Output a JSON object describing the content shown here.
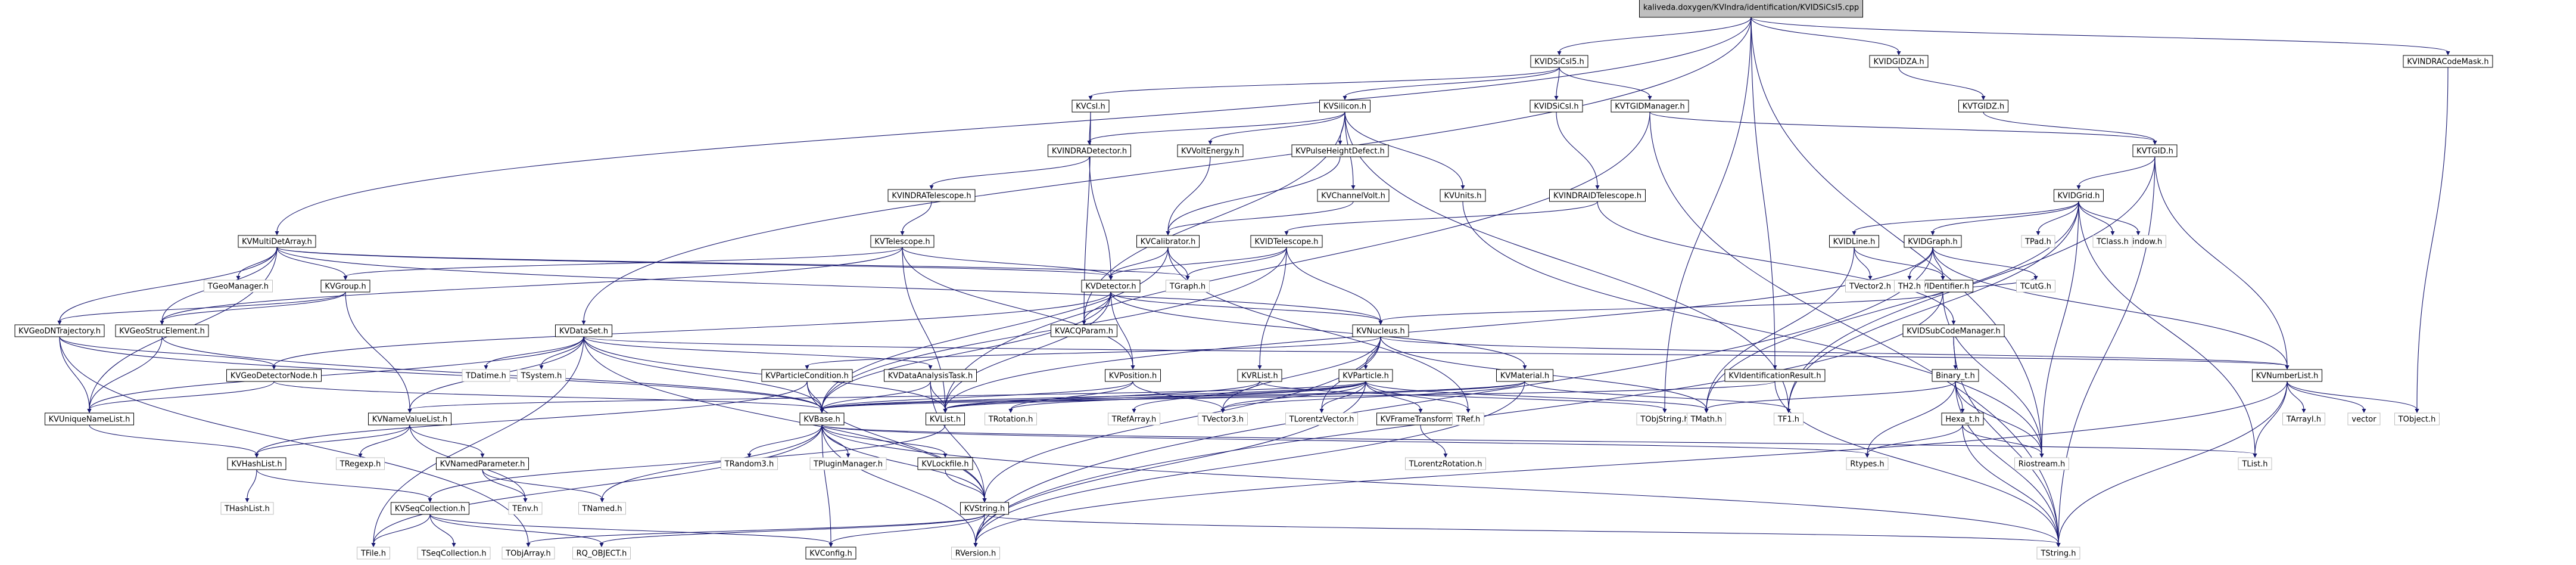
{
  "root": {
    "label": "kaliveda.doxygen/KVIndra/identification/KVIDSiCsI5.cpp"
  },
  "colors": {
    "edge": "#191970",
    "root_fill": "#bfbfbf",
    "node_border": "#000000",
    "leaf_border": "#bfbfbf"
  },
  "nodes": [
    {
      "id": "root",
      "label": "kaliveda.doxygen/KVIndra/identification/KVIDSiCsI5.cpp"
    },
    {
      "id": "KVIDSiCsI5.h",
      "label": "KVIDSiCsI5.h"
    },
    {
      "id": "KVIDGIDZA.h",
      "label": "KVIDGIDZA.h"
    },
    {
      "id": "KVINDRACodeMask.h",
      "label": "KVINDRACodeMask.h"
    },
    {
      "id": "KVTGIDZ.h",
      "label": "KVTGIDZ.h"
    },
    {
      "id": "KVCsI.h",
      "label": "KVCsI.h"
    },
    {
      "id": "KVSilicon.h",
      "label": "KVSilicon.h"
    },
    {
      "id": "KVIDSiCsI.h",
      "label": "KVIDSiCsI.h"
    },
    {
      "id": "KVTGIDManager.h",
      "label": "KVTGIDManager.h"
    },
    {
      "id": "KVTGID.h",
      "label": "KVTGID.h"
    },
    {
      "id": "KVINDRADetector.h",
      "label": "KVINDRADetector.h"
    },
    {
      "id": "KVVoltEnergy.h",
      "label": "KVVoltEnergy.h"
    },
    {
      "id": "KVPulseHeightDefect.h",
      "label": "KVPulseHeightDefect.h"
    },
    {
      "id": "KVINDRATelescope.h",
      "label": "KVINDRATelescope.h"
    },
    {
      "id": "KVChannelVolt.h",
      "label": "KVChannelVolt.h"
    },
    {
      "id": "KVUnits.h",
      "label": "KVUnits.h"
    },
    {
      "id": "KVINDRAIDTelescope.h",
      "label": "KVINDRAIDTelescope.h"
    },
    {
      "id": "KVIDGrid.h",
      "label": "KVIDGrid.h"
    },
    {
      "id": "KVMultiDetArray.h",
      "label": "KVMultiDetArray.h"
    },
    {
      "id": "KVTelescope.h",
      "label": "KVTelescope.h"
    },
    {
      "id": "KVCalibrator.h",
      "label": "KVCalibrator.h"
    },
    {
      "id": "KVIDTelescope.h",
      "label": "KVIDTelescope.h"
    },
    {
      "id": "TPad.h",
      "label": "TPad.h"
    },
    {
      "id": "TGWindow.h",
      "label": "TGWindow.h"
    },
    {
      "id": "TClass.h",
      "label": "TClass.h"
    },
    {
      "id": "TGeoManager.h",
      "label": "TGeoManager.h"
    },
    {
      "id": "KVGroup.h",
      "label": "KVGroup.h"
    },
    {
      "id": "KVDetector.h",
      "label": "KVDetector.h"
    },
    {
      "id": "TGraph.h",
      "label": "TGraph.h"
    },
    {
      "id": "KVIDLine.h",
      "label": "KVIDLine.h"
    },
    {
      "id": "KVIDGraph.h",
      "label": "KVIDGraph.h"
    },
    {
      "id": "KVIDentifier.h",
      "label": "KVIDentifier.h"
    },
    {
      "id": "TVector2.h",
      "label": "TVector2.h"
    },
    {
      "id": "TH2.h",
      "label": "TH2.h"
    },
    {
      "id": "TCutG.h",
      "label": "TCutG.h"
    },
    {
      "id": "KVGeoDNTrajectory.h",
      "label": "KVGeoDNTrajectory.h"
    },
    {
      "id": "KVGeoStrucElement.h",
      "label": "KVGeoStrucElement.h"
    },
    {
      "id": "KVDataSet.h",
      "label": "KVDataSet.h"
    },
    {
      "id": "KVACQParam.h",
      "label": "KVACQParam.h"
    },
    {
      "id": "KVNucleus.h",
      "label": "KVNucleus.h"
    },
    {
      "id": "KVIDSubCodeManager.h",
      "label": "KVIDSubCodeManager.h"
    },
    {
      "id": "KVGeoDetectorNode.h",
      "label": "KVGeoDetectorNode.h"
    },
    {
      "id": "TDatime.h",
      "label": "TDatime.h"
    },
    {
      "id": "TSystem.h",
      "label": "TSystem.h"
    },
    {
      "id": "KVParticleCondition.h",
      "label": "KVParticleCondition.h"
    },
    {
      "id": "KVDataAnalysisTask.h",
      "label": "KVDataAnalysisTask.h"
    },
    {
      "id": "KVPosition.h",
      "label": "KVPosition.h"
    },
    {
      "id": "KVRList.h",
      "label": "KVRList.h"
    },
    {
      "id": "KVParticle.h",
      "label": "KVParticle.h"
    },
    {
      "id": "KVMaterial.h",
      "label": "KVMaterial.h"
    },
    {
      "id": "KVIdentificationResult.h",
      "label": "KVIdentificationResult.h"
    },
    {
      "id": "Binary_t.h",
      "label": "Binary_t.h"
    },
    {
      "id": "KVNumberList.h",
      "label": "KVNumberList.h"
    },
    {
      "id": "KVUniqueNameList.h",
      "label": "KVUniqueNameList.h"
    },
    {
      "id": "KVNameValueList.h",
      "label": "KVNameValueList.h"
    },
    {
      "id": "KVBase.h",
      "label": "KVBase.h"
    },
    {
      "id": "KVList.h",
      "label": "KVList.h"
    },
    {
      "id": "TRotation.h",
      "label": "TRotation.h"
    },
    {
      "id": "TRefArray.h",
      "label": "TRefArray.h"
    },
    {
      "id": "TVector3.h",
      "label": "TVector3.h"
    },
    {
      "id": "TLorentzVector.h",
      "label": "TLorentzVector.h"
    },
    {
      "id": "KVFrameTransform.h",
      "label": "KVFrameTransform.h"
    },
    {
      "id": "TRef.h",
      "label": "TRef.h"
    },
    {
      "id": "TObjString.h",
      "label": "TObjString.h"
    },
    {
      "id": "TMath.h",
      "label": "TMath.h"
    },
    {
      "id": "TF1.h",
      "label": "TF1.h"
    },
    {
      "id": "Hexa_t.h",
      "label": "Hexa_t.h"
    },
    {
      "id": "TArrayI.h",
      "label": "TArrayI.h"
    },
    {
      "id": "vector",
      "label": "vector"
    },
    {
      "id": "TObject.h",
      "label": "TObject.h"
    },
    {
      "id": "TRegexp.h",
      "label": "TRegexp.h"
    },
    {
      "id": "KVNamedParameter.h",
      "label": "KVNamedParameter.h"
    },
    {
      "id": "KVHashList.h",
      "label": "KVHashList.h"
    },
    {
      "id": "TRandom3.h",
      "label": "TRandom3.h"
    },
    {
      "id": "TPluginManager.h",
      "label": "TPluginManager.h"
    },
    {
      "id": "KVLockfile.h",
      "label": "KVLockfile.h"
    },
    {
      "id": "TLorentzRotation.h",
      "label": "TLorentzRotation.h"
    },
    {
      "id": "Rtypes.h",
      "label": "Rtypes.h"
    },
    {
      "id": "Riostream.h",
      "label": "Riostream.h"
    },
    {
      "id": "TList.h",
      "label": "TList.h"
    },
    {
      "id": "THashList.h",
      "label": "THashList.h"
    },
    {
      "id": "KVSeqCollection.h",
      "label": "KVSeqCollection.h"
    },
    {
      "id": "TEnv.h",
      "label": "TEnv.h"
    },
    {
      "id": "TNamed.h",
      "label": "TNamed.h"
    },
    {
      "id": "KVString.h",
      "label": "KVString.h"
    },
    {
      "id": "TFile.h",
      "label": "TFile.h"
    },
    {
      "id": "TSeqCollection.h",
      "label": "TSeqCollection.h"
    },
    {
      "id": "TObjArray.h",
      "label": "TObjArray.h"
    },
    {
      "id": "RQ_OBJECT.h",
      "label": "RQ_OBJECT.h"
    },
    {
      "id": "KVConfig.h",
      "label": "KVConfig.h"
    },
    {
      "id": "RVersion.h",
      "label": "RVersion.h"
    },
    {
      "id": "TString.h",
      "label": "TString.h"
    }
  ],
  "edges": [
    [
      "root",
      "KVIDSiCsI5.h"
    ],
    [
      "root",
      "KVIDGIDZA.h"
    ],
    [
      "root",
      "KVINDRACodeMask.h"
    ],
    [
      "root",
      "KVMultiDetArray.h"
    ],
    [
      "root",
      "KVDataSet.h"
    ],
    [
      "root",
      "KVIdentificationResult.h"
    ],
    [
      "root",
      "TObjString.h"
    ],
    [
      "root",
      "Riostream.h"
    ],
    [
      "KVIDSiCsI5.h",
      "KVCsI.h"
    ],
    [
      "KVIDSiCsI5.h",
      "KVSilicon.h"
    ],
    [
      "KVIDSiCsI5.h",
      "KVIDSiCsI.h"
    ],
    [
      "KVIDSiCsI5.h",
      "KVTGIDManager.h"
    ],
    [
      "KVIDGIDZA.h",
      "KVTGIDZ.h"
    ],
    [
      "KVTGIDZ.h",
      "KVTGID.h"
    ],
    [
      "KVINDRACodeMask.h",
      "TObject.h"
    ],
    [
      "KVCsI.h",
      "KVINDRADetector.h"
    ],
    [
      "KVCsI.h",
      "KVACQParam.h"
    ],
    [
      "KVSilicon.h",
      "KVINDRADetector.h"
    ],
    [
      "KVSilicon.h",
      "KVVoltEnergy.h"
    ],
    [
      "KVSilicon.h",
      "KVPulseHeightDefect.h"
    ],
    [
      "KVSilicon.h",
      "KVChannelVolt.h"
    ],
    [
      "KVSilicon.h",
      "KVUnits.h"
    ],
    [
      "KVSilicon.h",
      "KVACQParam.h"
    ],
    [
      "KVSilicon.h",
      "TF1.h"
    ],
    [
      "KVIDSiCsI.h",
      "KVINDRAIDTelescope.h"
    ],
    [
      "KVTGIDManager.h",
      "KVTGID.h"
    ],
    [
      "KVTGIDManager.h",
      "KVList.h"
    ],
    [
      "KVTGIDManager.h",
      "TString.h"
    ],
    [
      "KVTGID.h",
      "KVIDGrid.h"
    ],
    [
      "KVTGID.h",
      "KVNumberList.h"
    ],
    [
      "KVTGID.h",
      "TF1.h"
    ],
    [
      "KVTGID.h",
      "TString.h"
    ],
    [
      "KVINDRADetector.h",
      "KVINDRATelescope.h"
    ],
    [
      "KVINDRADetector.h",
      "KVDetector.h"
    ],
    [
      "KVVoltEnergy.h",
      "KVCalibrator.h"
    ],
    [
      "KVPulseHeightDefect.h",
      "KVCalibrator.h"
    ],
    [
      "KVChannelVolt.h",
      "KVCalibrator.h"
    ],
    [
      "KVUnits.h",
      "Riostream.h"
    ],
    [
      "KVINDRATelescope.h",
      "KVTelescope.h"
    ],
    [
      "KVINDRAIDTelescope.h",
      "KVIDTelescope.h"
    ],
    [
      "KVINDRAIDTelescope.h",
      "KVIDSubCodeManager.h"
    ],
    [
      "KVIDGrid.h",
      "KVIDLine.h"
    ],
    [
      "KVIDGrid.h",
      "KVIDGraph.h"
    ],
    [
      "KVIDGrid.h",
      "TPad.h"
    ],
    [
      "KVIDGrid.h",
      "TGWindow.h"
    ],
    [
      "KVIDGrid.h",
      "TClass.h"
    ],
    [
      "KVIDGrid.h",
      "TMath.h"
    ],
    [
      "KVIDGrid.h",
      "TF1.h"
    ],
    [
      "KVIDGrid.h",
      "TList.h"
    ],
    [
      "KVIDGrid.h",
      "Riostream.h"
    ],
    [
      "KVMultiDetArray.h",
      "TGeoManager.h"
    ],
    [
      "KVMultiDetArray.h",
      "KVGroup.h"
    ],
    [
      "KVMultiDetArray.h",
      "KVDetector.h"
    ],
    [
      "KVMultiDetArray.h",
      "KVGeoDNTrajectory.h"
    ],
    [
      "KVMultiDetArray.h",
      "KVGeoStrucElement.h"
    ],
    [
      "KVMultiDetArray.h",
      "KVUniqueNameList.h"
    ],
    [
      "KVMultiDetArray.h",
      "TGraph.h"
    ],
    [
      "KVMultiDetArray.h",
      "KVNucleus.h"
    ],
    [
      "KVTelescope.h",
      "KVGroup.h"
    ],
    [
      "KVTelescope.h",
      "KVDetector.h"
    ],
    [
      "KVTelescope.h",
      "KVGeoStrucElement.h"
    ],
    [
      "KVTelescope.h",
      "KVList.h"
    ],
    [
      "KVTelescope.h",
      "KVPosition.h"
    ],
    [
      "KVCalibrator.h",
      "KVDetector.h"
    ],
    [
      "KVCalibrator.h",
      "TGraph.h"
    ],
    [
      "KVCalibrator.h",
      "KVBase.h"
    ],
    [
      "KVCalibrator.h",
      "TRef.h"
    ],
    [
      "KVIDTelescope.h",
      "KVDetector.h"
    ],
    [
      "KVIDTelescope.h",
      "TGraph.h"
    ],
    [
      "KVIDTelescope.h",
      "KVRList.h"
    ],
    [
      "KVIDTelescope.h",
      "KVNucleus.h"
    ],
    [
      "KVIDTelescope.h",
      "KVBase.h"
    ],
    [
      "KVGroup.h",
      "KVGeoStrucElement.h"
    ],
    [
      "KVGroup.h",
      "KVGeoDNTrajectory.h"
    ],
    [
      "KVGroup.h",
      "KVNameValueList.h"
    ],
    [
      "KVDetector.h",
      "KVACQParam.h"
    ],
    [
      "KVDetector.h",
      "KVNucleus.h"
    ],
    [
      "KVDetector.h",
      "KVMaterial.h"
    ],
    [
      "KVDetector.h",
      "KVPosition.h"
    ],
    [
      "KVDetector.h",
      "KVList.h"
    ],
    [
      "KVDetector.h",
      "KVGeoDetectorNode.h"
    ],
    [
      "KVDetector.h",
      "KVBase.h"
    ],
    [
      "KVIDLine.h",
      "KVIDentifier.h"
    ],
    [
      "KVIDLine.h",
      "TVector2.h"
    ],
    [
      "KVIDLine.h",
      "TMath.h"
    ],
    [
      "KVIDGraph.h",
      "KVIDentifier.h"
    ],
    [
      "KVIDGraph.h",
      "TH2.h"
    ],
    [
      "KVIDGraph.h",
      "TCutG.h"
    ],
    [
      "KVIDGraph.h",
      "KVNumberList.h"
    ],
    [
      "KVIDGraph.h",
      "RVersion.h"
    ],
    [
      "KVIDGraph.h",
      "KVList.h"
    ],
    [
      "KVIDentifier.h",
      "TCutG.h"
    ],
    [
      "KVIDentifier.h",
      "KVNucleus.h"
    ],
    [
      "KVIDentifier.h",
      "Riostream.h"
    ],
    [
      "KVIDentifier.h",
      "RVersion.h"
    ],
    [
      "KVGeoDNTrajectory.h",
      "KVGeoDetectorNode.h"
    ],
    [
      "KVGeoDNTrajectory.h",
      "KVUniqueNameList.h"
    ],
    [
      "KVGeoDNTrajectory.h",
      "TObjArray.h"
    ],
    [
      "KVGeoDNTrajectory.h",
      "KVBase.h"
    ],
    [
      "KVGeoStrucElement.h",
      "KVBase.h"
    ],
    [
      "KVGeoStrucElement.h",
      "KVUniqueNameList.h"
    ],
    [
      "KVDataSet.h",
      "TDatime.h"
    ],
    [
      "KVDataSet.h",
      "TSystem.h"
    ],
    [
      "KVDataSet.h",
      "KVDataAnalysisTask.h"
    ],
    [
      "KVDataSet.h",
      "KVBase.h"
    ],
    [
      "KVDataSet.h",
      "KVList.h"
    ],
    [
      "KVDataSet.h",
      "KVNumberList.h"
    ],
    [
      "KVDataSet.h",
      "KVString.h"
    ],
    [
      "KVDataSet.h",
      "TFile.h"
    ],
    [
      "KVDataSet.h",
      "KVUniqueNameList.h"
    ],
    [
      "KVDataSet.h",
      "KVNameValueList.h"
    ],
    [
      "KVNucleus.h",
      "KVParticle.h"
    ],
    [
      "KVNucleus.h",
      "KVNumberList.h"
    ],
    [
      "KVNucleus.h",
      "KVParticleCondition.h"
    ],
    [
      "KVNucleus.h",
      "TVector3.h"
    ],
    [
      "KVNucleus.h",
      "TLorentzVector.h"
    ],
    [
      "KVNucleus.h",
      "KVString.h"
    ],
    [
      "KVNucleus.h",
      "TMath.h"
    ],
    [
      "KVIDSubCodeManager.h",
      "Binary_t.h"
    ],
    [
      "KVIDSubCodeManager.h",
      "TString.h"
    ],
    [
      "KVGeoDetectorNode.h",
      "KVBase.h"
    ],
    [
      "KVGeoDetectorNode.h",
      "KVUniqueNameList.h"
    ],
    [
      "KVParticleCondition.h",
      "KVBase.h"
    ],
    [
      "KVParticleCondition.h",
      "KVString.h"
    ],
    [
      "KVParticleCondition.h",
      "KVHashList.h"
    ],
    [
      "KVDataAnalysisTask.h",
      "KVBase.h"
    ],
    [
      "KVDataAnalysisTask.h",
      "KVList.h"
    ],
    [
      "KVDataAnalysisTask.h",
      "KVString.h"
    ],
    [
      "KVPosition.h",
      "TRotation.h"
    ],
    [
      "KVPosition.h",
      "TVector3.h"
    ],
    [
      "KVPosition.h",
      "KVBase.h"
    ],
    [
      "KVRList.h",
      "TRefArray.h"
    ],
    [
      "KVRList.h",
      "KVList.h"
    ],
    [
      "KVRList.h",
      "TObjString.h"
    ],
    [
      "KVParticle.h",
      "TVector3.h"
    ],
    [
      "KVParticle.h",
      "TLorentzVector.h"
    ],
    [
      "KVParticle.h",
      "KVFrameTransform.h"
    ],
    [
      "KVParticle.h",
      "TRef.h"
    ],
    [
      "KVParticle.h",
      "KVNameValueList.h"
    ],
    [
      "KVParticle.h",
      "KVBase.h"
    ],
    [
      "KVParticle.h",
      "KVList.h"
    ],
    [
      "KVParticle.h",
      "TRotation.h"
    ],
    [
      "KVParticle.h",
      "TMath.h"
    ],
    [
      "KVParticle.h",
      "RVersion.h"
    ],
    [
      "KVMaterial.h",
      "KVBase.h"
    ],
    [
      "KVMaterial.h",
      "TVector3.h"
    ],
    [
      "KVMaterial.h",
      "TF1.h"
    ],
    [
      "KVMaterial.h",
      "KVList.h"
    ],
    [
      "KVMaterial.h",
      "RVersion.h"
    ],
    [
      "KVIdentificationResult.h",
      "KVBase.h"
    ],
    [
      "KVIdentificationResult.h",
      "TString.h"
    ],
    [
      "Binary_t.h",
      "Hexa_t.h"
    ],
    [
      "Binary_t.h",
      "Rtypes.h"
    ],
    [
      "Binary_t.h",
      "Riostream.h"
    ],
    [
      "Binary_t.h",
      "TMath.h"
    ],
    [
      "Binary_t.h",
      "TString.h"
    ],
    [
      "KVNumberList.h",
      "TArrayI.h"
    ],
    [
      "KVNumberList.h",
      "vector"
    ],
    [
      "KVNumberList.h",
      "TObject.h"
    ],
    [
      "KVNumberList.h",
      "TList.h"
    ],
    [
      "KVNumberList.h",
      "TString.h"
    ],
    [
      "KVNumberList.h",
      "RVersion.h"
    ],
    [
      "KVUniqueNameList.h",
      "KVHashList.h"
    ],
    [
      "KVNameValueList.h",
      "TRegexp.h"
    ],
    [
      "KVNameValueList.h",
      "KVNamedParameter.h"
    ],
    [
      "KVNameValueList.h",
      "KVHashList.h"
    ],
    [
      "KVNameValueList.h",
      "TEnv.h"
    ],
    [
      "KVBase.h",
      "KVString.h"
    ],
    [
      "KVBase.h",
      "TRandom3.h"
    ],
    [
      "KVBase.h",
      "TPluginManager.h"
    ],
    [
      "KVBase.h",
      "KVLockfile.h"
    ],
    [
      "KVBase.h",
      "TNamed.h"
    ],
    [
      "KVBase.h",
      "Rtypes.h"
    ],
    [
      "KVBase.h",
      "RVersion.h"
    ],
    [
      "KVBase.h",
      "KVConfig.h"
    ],
    [
      "KVBase.h",
      "TFile.h"
    ],
    [
      "KVBase.h",
      "TString.h"
    ],
    [
      "KVBase.h",
      "TList.h"
    ],
    [
      "KVList.h",
      "KVSeqCollection.h"
    ],
    [
      "KVFrameTransform.h",
      "TLorentzRotation.h"
    ],
    [
      "Hexa_t.h",
      "Rtypes.h"
    ],
    [
      "Hexa_t.h",
      "Riostream.h"
    ],
    [
      "Hexa_t.h",
      "TString.h"
    ],
    [
      "KVNamedParameter.h",
      "TEnv.h"
    ],
    [
      "KVNamedParameter.h",
      "TNamed.h"
    ],
    [
      "KVHashList.h",
      "THashList.h"
    ],
    [
      "KVHashList.h",
      "KVSeqCollection.h"
    ],
    [
      "KVLockfile.h",
      "KVString.h"
    ],
    [
      "KVSeqCollection.h",
      "TSeqCollection.h"
    ],
    [
      "KVSeqCollection.h",
      "RQ_OBJECT.h"
    ],
    [
      "KVSeqCollection.h",
      "KVConfig.h"
    ],
    [
      "KVSeqCollection.h",
      "TFile.h"
    ],
    [
      "KVString.h",
      "TObjArray.h"
    ],
    [
      "KVString.h",
      "RQ_OBJECT.h"
    ],
    [
      "KVString.h",
      "KVConfig.h"
    ],
    [
      "KVString.h",
      "RVersion.h"
    ],
    [
      "KVString.h",
      "TString.h"
    ]
  ]
}
